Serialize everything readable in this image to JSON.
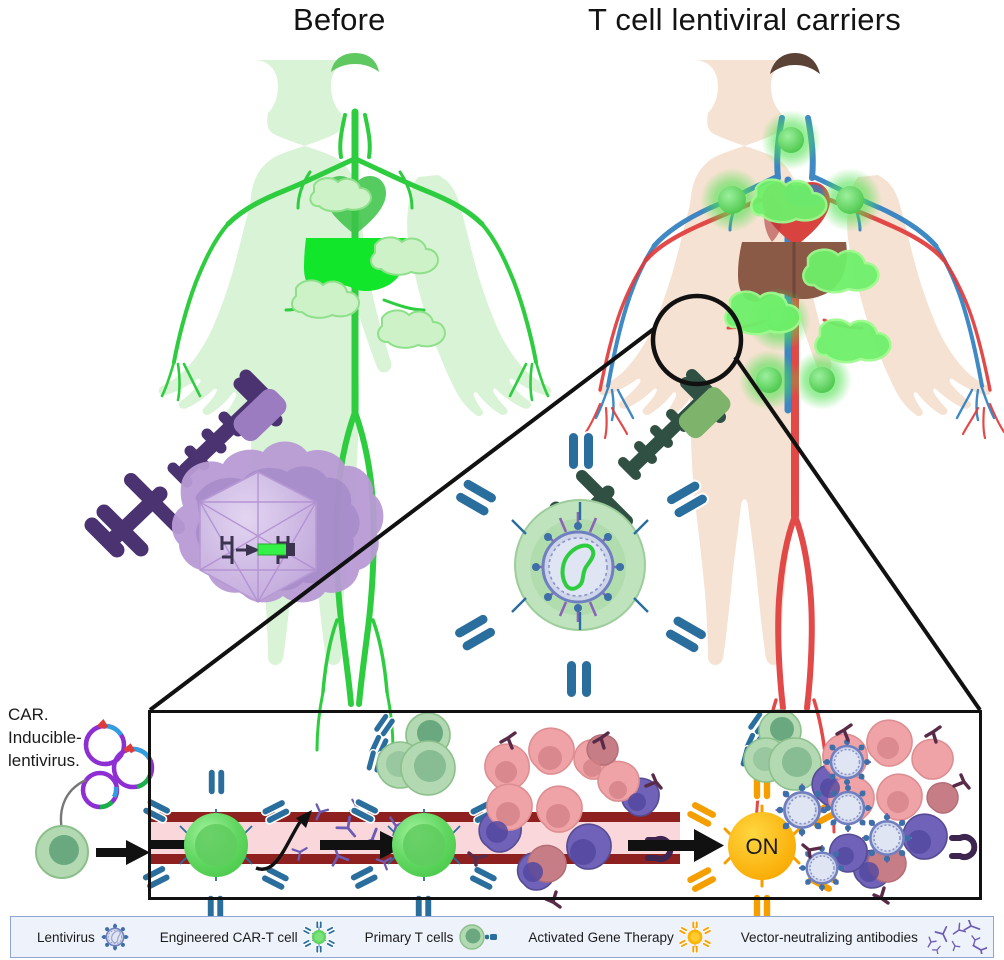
{
  "figure": {
    "type": "biomedical-schematic",
    "titles": {
      "left": "Before",
      "right": "T cell lentiviral carriers"
    },
    "annotations": {
      "car_construct": "CAR.\nInducible-\nlentivirus.",
      "car_construct_line1": "CAR.",
      "car_construct_line2": "Inducible-",
      "car_construct_line3": "lentivirus.",
      "activated_badge": "ON"
    },
    "panels": {
      "left_body": {
        "name": "Before",
        "description": "Translucent green whole-body silhouette with green vasculature, liver highlighted bright green, lymph nodes shown as pale green clouds, purple syringe with AAV capsid carrying a transgene cassette at the forearm.",
        "body_fill": "#d8f2d6",
        "vessel_color": "#2ecc3f",
        "liver_color": "#12e62b",
        "syringe_color": "#4b3270"
      },
      "right_body": {
        "name": "T cell lentiviral carriers",
        "description": "Naturalistic body with red arterial and blue venous trees, brown liver, red heart, and glowing green CAR-T foci at lymph nodes; dark-green syringe injects T cell lentiviral carriers at the forearm.",
        "skin_fill": "#f6e2d2",
        "artery_color": "#e03b3b",
        "vein_color": "#2f7fc1",
        "liver_color": "#8a5a47",
        "heart_color": "#d8433f",
        "glow_color": "#4fd14f",
        "syringe_color": "#2f5043"
      },
      "inset": {
        "description": "Magnified view from the forearm injection site showing engineered CAR-T cells carrying surface lentivirus travelling in a blood vessel, shedding vector-neutralizing antibodies, reaching the tumour, then switching the gene therapy ON and transducing tumour cells.",
        "border_color": "#111111",
        "vessel_wall_color": "#8e2020",
        "vessel_lumen_color": "#fad7da",
        "tumor_cell_color": "#f0a3a7",
        "lymphocyte_color": "#6f62b8",
        "on_badge_color": "#ffc107"
      }
    },
    "legend": {
      "border_color": "#8fa6d4",
      "background_color": "#eef2fb",
      "items": [
        {
          "label": "Lentivirus",
          "icon": "lentivirus-icon",
          "color": "#6f7fc0"
        },
        {
          "label": "Engineered CAR-T cell",
          "icon": "car-t-cell-icon",
          "color": "#5fd45f"
        },
        {
          "label": "Primary T cells",
          "icon": "primary-t-cell-icon",
          "color": "#6aa87f"
        },
        {
          "label": "Activated Gene Therapy",
          "icon": "activated-sun-icon",
          "color": "#ffb400"
        },
        {
          "label": "Vector-neutralizing antibodies",
          "icon": "antibodies-icon",
          "color": "#6c5bb5"
        }
      ]
    }
  }
}
